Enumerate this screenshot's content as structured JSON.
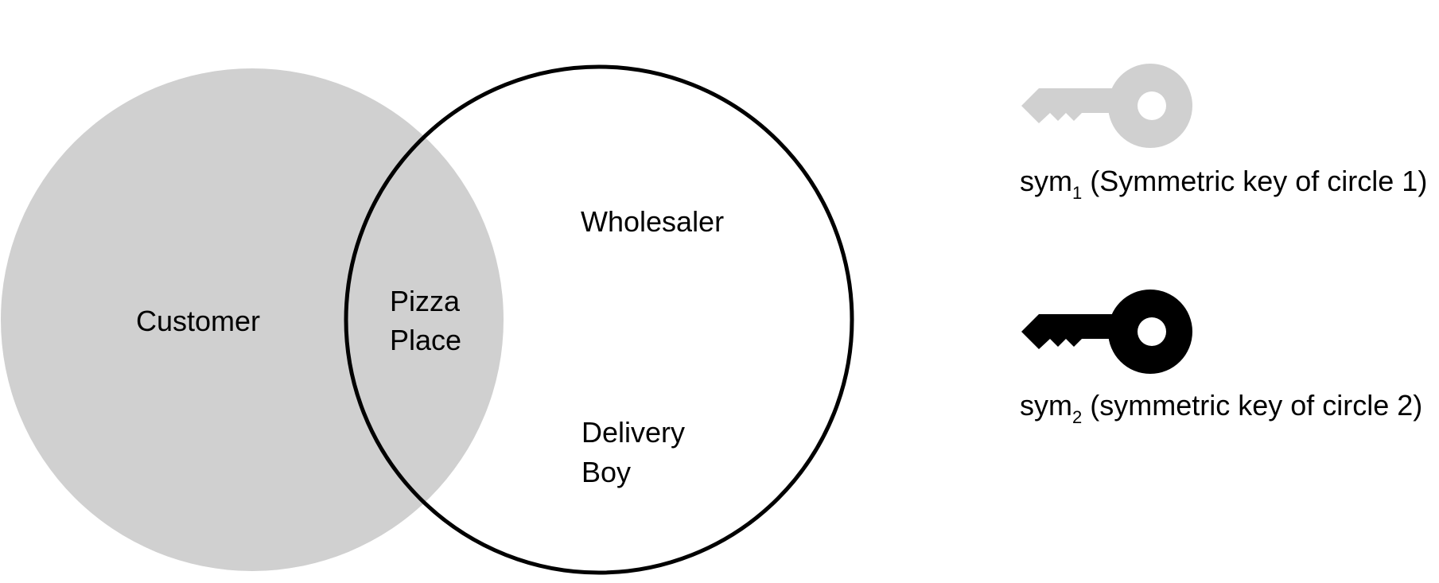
{
  "venn": {
    "circle1": {
      "fill": "#d0d0d0",
      "label": "Customer"
    },
    "circle2": {
      "stroke": "#000000",
      "fill": "none",
      "labels": {
        "wholesaler": "Wholesaler",
        "delivery_line1": "Delivery",
        "delivery_line2": "Boy"
      }
    },
    "intersection": {
      "line1": "Pizza",
      "line2": "Place"
    }
  },
  "legend": {
    "key1": {
      "icon": "key-icon",
      "color": "#d0d0d0",
      "name": "sym",
      "subscript": "1",
      "description": " (Symmetric key of circle 1)"
    },
    "key2": {
      "icon": "key-icon",
      "color": "#000000",
      "name": "sym",
      "subscript": "2",
      "description": " (symmetric key of circle 2)"
    }
  }
}
